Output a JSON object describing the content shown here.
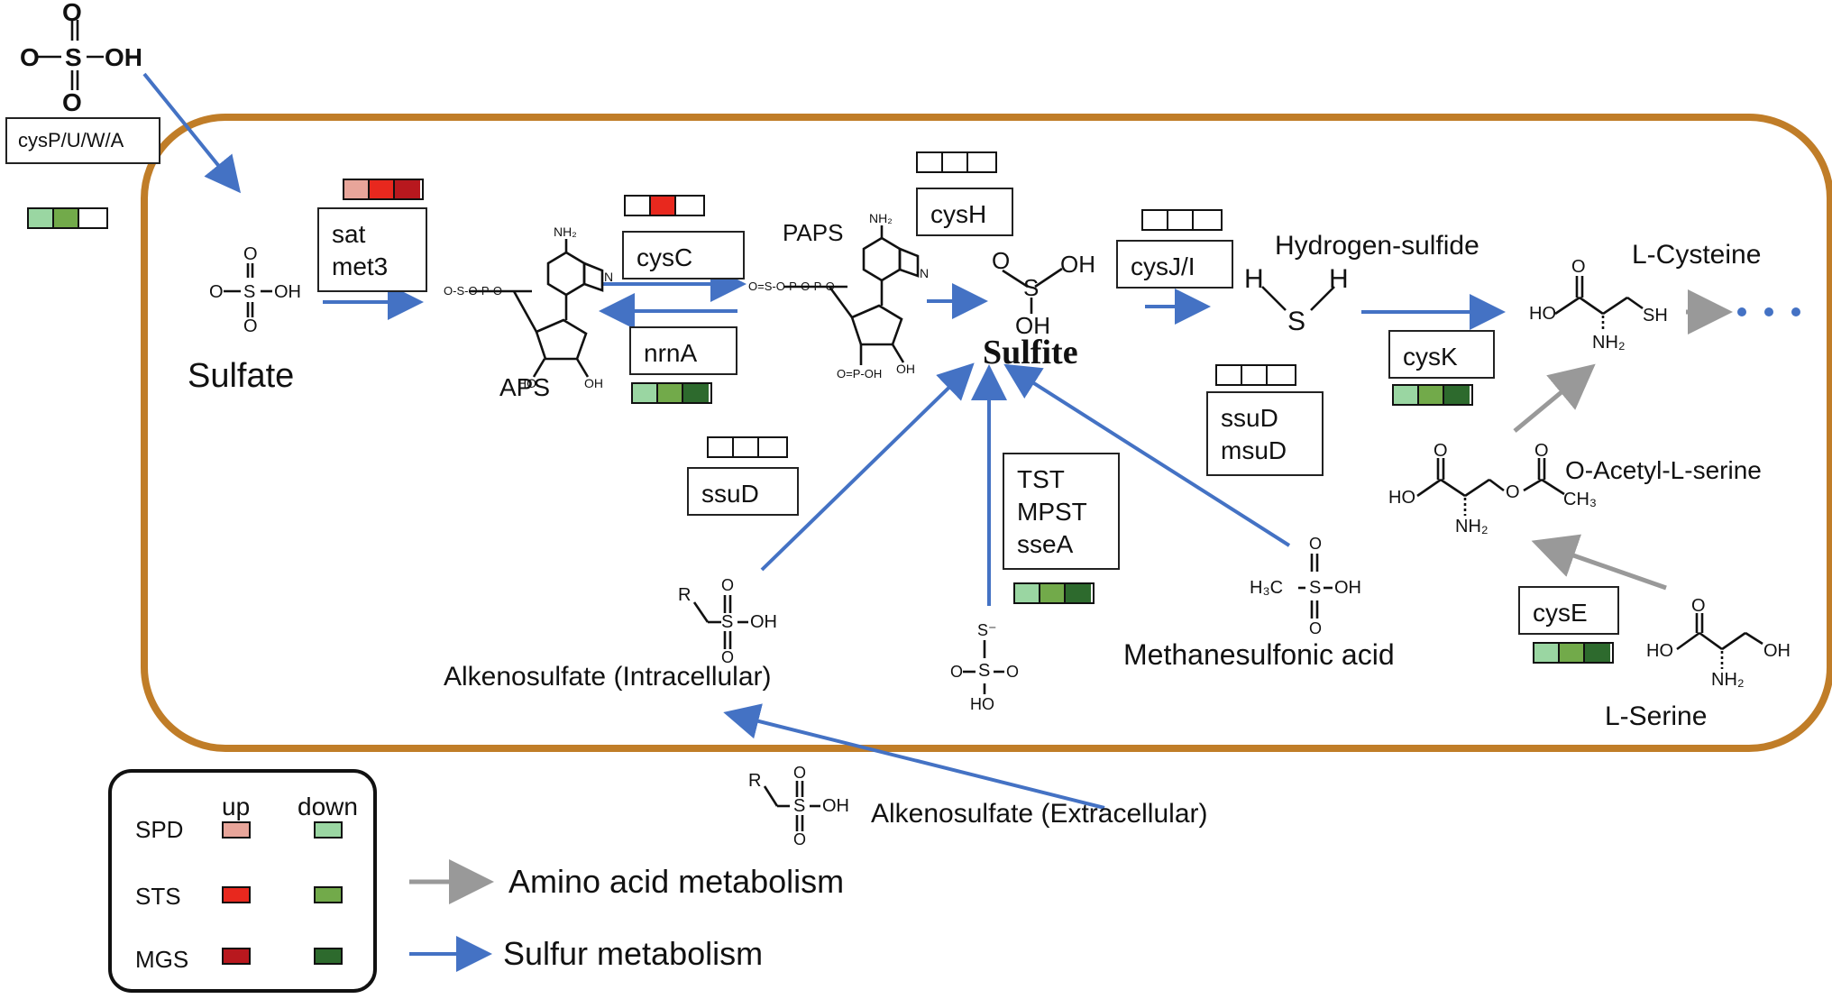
{
  "colors": {
    "cell_border": "#c07d28",
    "sulfur_arrow": "#4472c4",
    "amino_arrow": "#999999",
    "up_spd": "#e8a59a",
    "up_sts": "#e8281e",
    "up_mgs": "#b8181e",
    "down_spd": "#9ad6a2",
    "down_sts": "#72aa4a",
    "down_mgs": "#2d6a2d",
    "empty": "#ffffff"
  },
  "metabolites": {
    "sulfate": "Sulfate",
    "aps": "APS",
    "paps": "PAPS",
    "sulfite": "Sulfite",
    "hydrogen_sulfide": "Hydrogen-sulfide",
    "l_cysteine": "L-Cysteine",
    "o_acetyl_l_serine": "O-Acetyl-L-serine",
    "l_serine": "L-Serine",
    "alkenosulfate_intra": "Alkenosulfate (Intracellular)",
    "alkenosulfate_extra": "Alkenosulfate (Extracellular)",
    "methanesulfonic_acid": "Methanesulfonic acid"
  },
  "genes": {
    "cysPUWA": [
      "cysP/U/W/A"
    ],
    "sat": [
      "sat",
      "met3"
    ],
    "cysC": [
      "cysC"
    ],
    "nrnA": [
      "nrnA"
    ],
    "cysH": [
      "cysH"
    ],
    "cysJI": [
      "cysJ/I"
    ],
    "cysK": [
      "cysK"
    ],
    "ssuD_left": [
      "ssuD"
    ],
    "tst": [
      "TST",
      "MPST",
      "sseA"
    ],
    "ssuD_msuD": [
      "ssuD",
      "msuD"
    ],
    "cysE": [
      "cysE"
    ]
  },
  "heatmaps": {
    "cysPUWA": [
      "down_spd",
      "down_sts",
      "empty"
    ],
    "sat": [
      "up_spd",
      "up_sts",
      "up_mgs"
    ],
    "cysC": [
      "empty",
      "up_sts",
      "empty"
    ],
    "nrnA": [
      "down_spd",
      "down_sts",
      "down_mgs"
    ],
    "cysH": [
      "empty",
      "empty",
      "empty"
    ],
    "cysJI": [
      "empty",
      "empty",
      "empty"
    ],
    "cysK": [
      "down_spd",
      "down_sts",
      "down_mgs"
    ],
    "ssuD_left": [
      "empty",
      "empty",
      "empty"
    ],
    "tst": [
      "down_spd",
      "down_sts",
      "down_mgs"
    ],
    "ssuD_msuD": [
      "empty",
      "empty",
      "empty"
    ],
    "cysE": [
      "down_spd",
      "down_sts",
      "down_mgs"
    ]
  },
  "legend": {
    "up": "up",
    "down": "down",
    "rows": [
      "SPD",
      "STS",
      "MGS"
    ],
    "amino_acid_metabolism": "Amino acid metabolism",
    "sulfur_metabolism": "Sulfur metabolism"
  },
  "atoms": {
    "O": "O",
    "S": "S",
    "OH": "OH",
    "H": "H",
    "HO": "HO",
    "NH2": "NH₂",
    "SH": "SH",
    "CH3": "CH₃",
    "H3C": "H₃C",
    "R": "R",
    "P": "P",
    "N": "N",
    "S_minus": "S⁻",
    "ellipsis": "• • •",
    "oso3": "O-S-O-P-O",
    "oso3p": "O=S-O-P-O-P-O",
    "opo": "O=P-OH"
  }
}
